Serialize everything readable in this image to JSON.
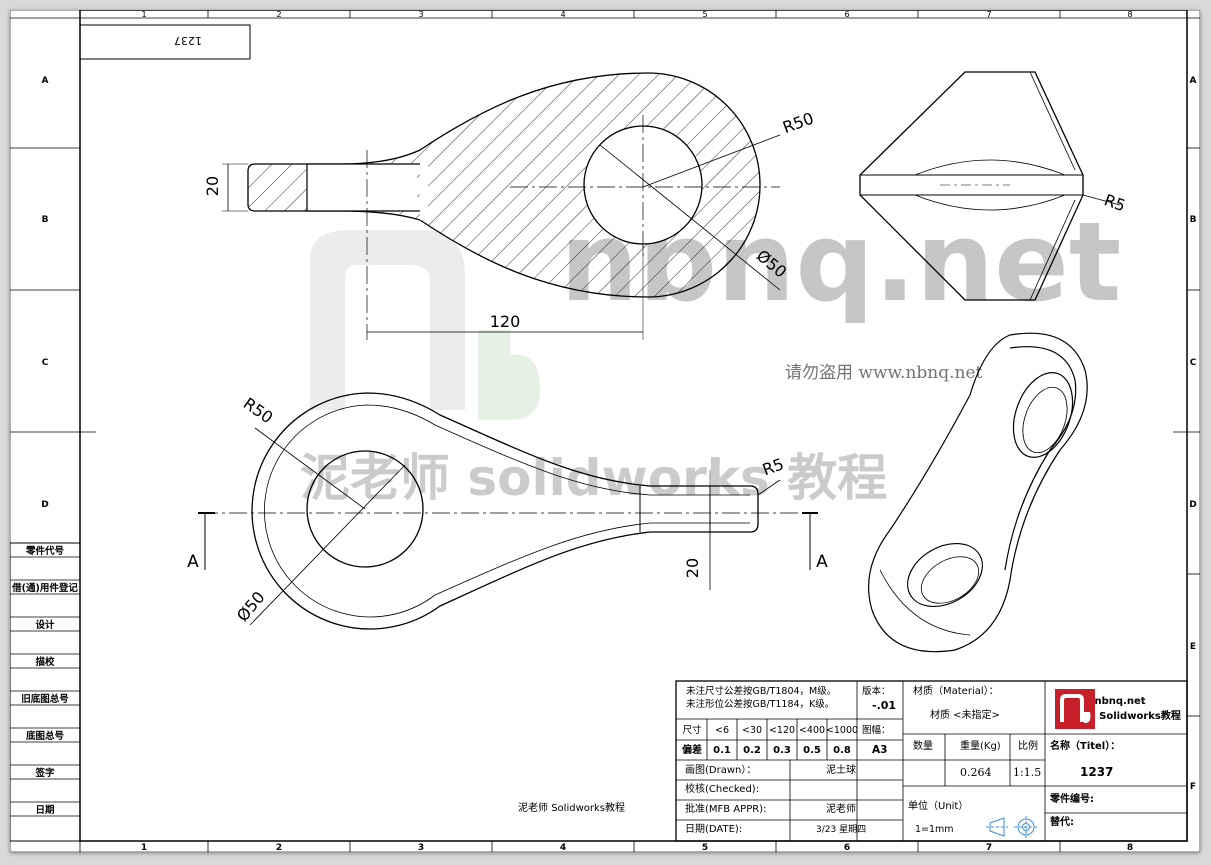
{
  "frame": {
    "columns": [
      "1",
      "2",
      "3",
      "4",
      "5",
      "6",
      "7",
      "8"
    ],
    "rows": [
      "A",
      "B",
      "C",
      "D",
      "E",
      "F"
    ],
    "stamp": "1237"
  },
  "side_table": [
    "零件代号",
    "借(通)用件登记",
    "设计",
    "描校",
    "旧底图总号",
    "底图总号",
    "签字",
    "日期"
  ],
  "watermark": {
    "logo_text": "nbnq.net",
    "text_cn": "泥老师 solidworks 教程",
    "small": "请勿盗用 www.nbnq.net"
  },
  "drawing": {
    "top_view": {
      "dim_20": "20",
      "dim_r50": "R50",
      "dim_d50": "Ø50",
      "dim_120": "120"
    },
    "side_view": {
      "dim_r5": "R5"
    },
    "front_view": {
      "dim_r50": "R50",
      "dim_d50": "Ø50",
      "dim_r5": "R5",
      "dim_20": "20",
      "section_left": "A",
      "section_right": "A"
    }
  },
  "footer_note": "泥老师 Solidworks教程",
  "title_block": {
    "tolerance_note_1": "未注尺寸公差按GB/T1804，M级。",
    "tolerance_note_2": "未注形位公差按GB/T1184，K级。",
    "version_label": "版本：",
    "version_value": "-.01",
    "size_header": [
      "尺寸",
      "<6",
      "<30",
      "<120",
      "<400",
      "<1000"
    ],
    "deviation_row": [
      "偏差",
      "0.1",
      "0.2",
      "0.3",
      "0.5",
      "0.8"
    ],
    "sheet_size_label": "图幅：",
    "sheet_size": "A3",
    "material_label": "材质（Material）：",
    "material_value": "材质 <未指定>",
    "quantity_label": "数量",
    "weight_label": "重量(Kg)",
    "scale_label": "比例",
    "weight_value": "0.264",
    "scale_value": "1:1.5",
    "drawn_label": "画图(Drawn）：",
    "drawn_value": "泥土球",
    "checked_label": "校核(Checked):",
    "appr_label": "批准(MFB APPR):",
    "appr_value": "泥老师",
    "date_label": "日期(DATE):",
    "date_value": "3/23  星期四",
    "unit_label": "单位（Unit）",
    "unit_value": "1=1mm",
    "logo_site": "nbnq.net",
    "logo_tagline": "Solidworks教程",
    "name_label": "名称（Titel）：",
    "name_value": "1237",
    "part_no_label": "零件编号:",
    "replace_label": "替代:"
  }
}
